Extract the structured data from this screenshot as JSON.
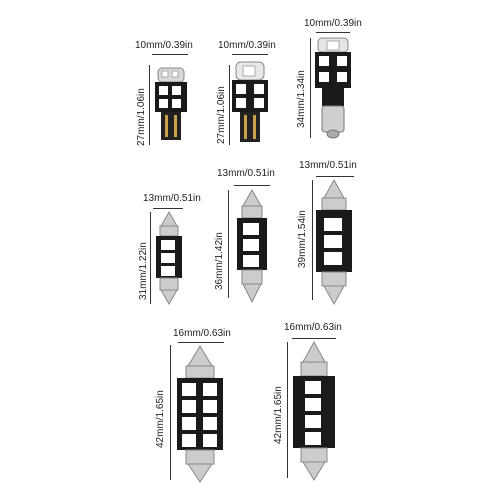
{
  "bulbs": [
    {
      "type": "t10-wedge-small",
      "width_label": "10mm/0.39in",
      "height_label": "27mm/1.06in"
    },
    {
      "type": "t10-wedge-tall",
      "width_label": "10mm/0.39in",
      "height_label": "27mm/1.06in"
    },
    {
      "type": "ba9s-bayonet",
      "width_label": "10mm/0.39in",
      "height_label": "34mm/1.34in"
    },
    {
      "type": "festoon-31",
      "width_label": "13mm/0.51in",
      "height_label": "31mm/1.22in"
    },
    {
      "type": "festoon-36",
      "width_label": "13mm/0.51in",
      "height_label": "36mm/1.42in"
    },
    {
      "type": "festoon-39",
      "width_label": "13mm/0.51in",
      "height_label": "39mm/1.54in"
    },
    {
      "type": "festoon-42-8led",
      "width_label": "16mm/0.63in",
      "height_label": "42mm/1.65in"
    },
    {
      "type": "festoon-42-4led",
      "width_label": "16mm/0.63in",
      "height_label": "42mm/1.65in"
    }
  ]
}
